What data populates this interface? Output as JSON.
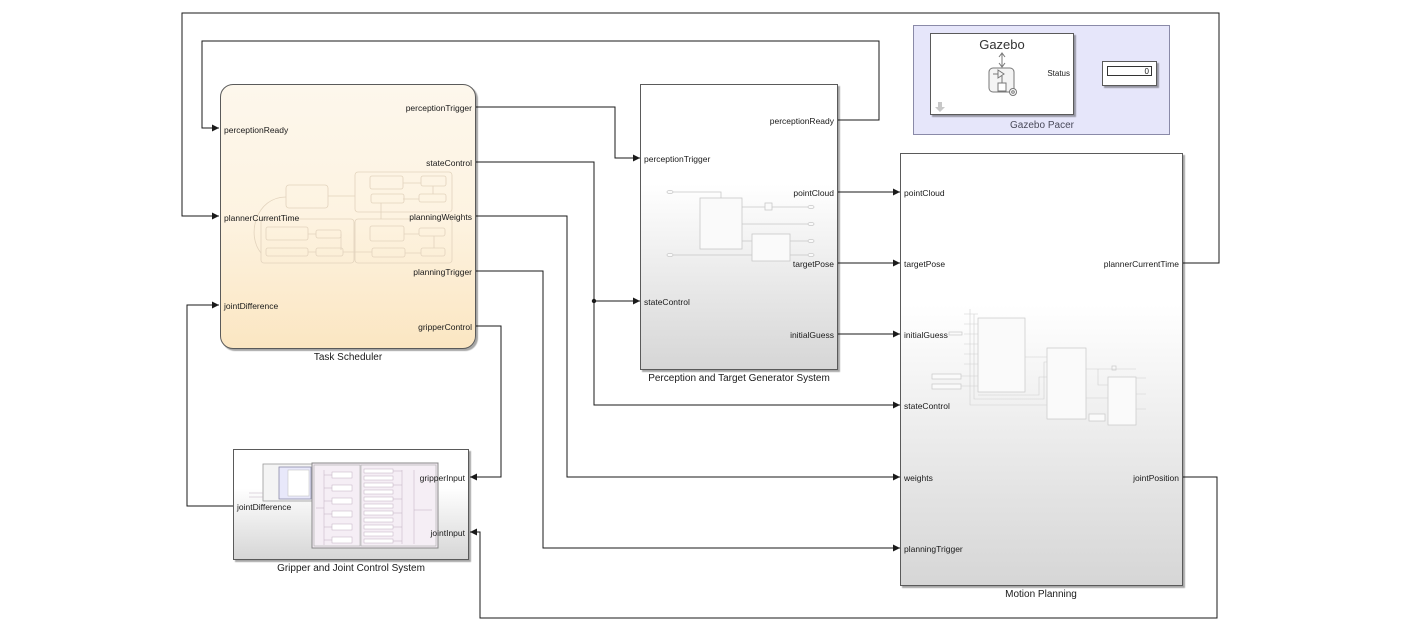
{
  "model": {
    "blocks": {
      "task_scheduler": {
        "name": "Task Scheduler",
        "inputs": [
          "perceptionReady",
          "plannerCurrentTime",
          "jointDifference"
        ],
        "outputs": [
          "perceptionTrigger",
          "stateControl",
          "planningWeights",
          "planningTrigger",
          "gripperControl"
        ]
      },
      "perception": {
        "name": "Perception and Target Generator System",
        "inputs": [
          "perceptionTrigger",
          "stateControl"
        ],
        "outputs": [
          "perceptionReady",
          "pointCloud",
          "targetPose",
          "initialGuess"
        ]
      },
      "motion_planning": {
        "name": "Motion Planning",
        "inputs": [
          "pointCloud",
          "targetPose",
          "initialGuess",
          "stateControl",
          "weights",
          "planningTrigger"
        ],
        "outputs": [
          "plannerCurrentTime",
          "jointPosition"
        ]
      },
      "gripper_joint": {
        "name": "Gripper and Joint Control System",
        "inputs": [
          "gripperInput",
          "jointInput"
        ],
        "outputs": [
          "jointDifference"
        ]
      },
      "gazebo_pacer": {
        "area_name": "Gazebo Pacer",
        "block_title": "Gazebo",
        "output": "Status",
        "display_value": "0"
      }
    },
    "colors": {
      "chart_fill": "#fdf3e1",
      "area_fill": "#e6e6fa",
      "wire": "#1a1a1a"
    }
  }
}
